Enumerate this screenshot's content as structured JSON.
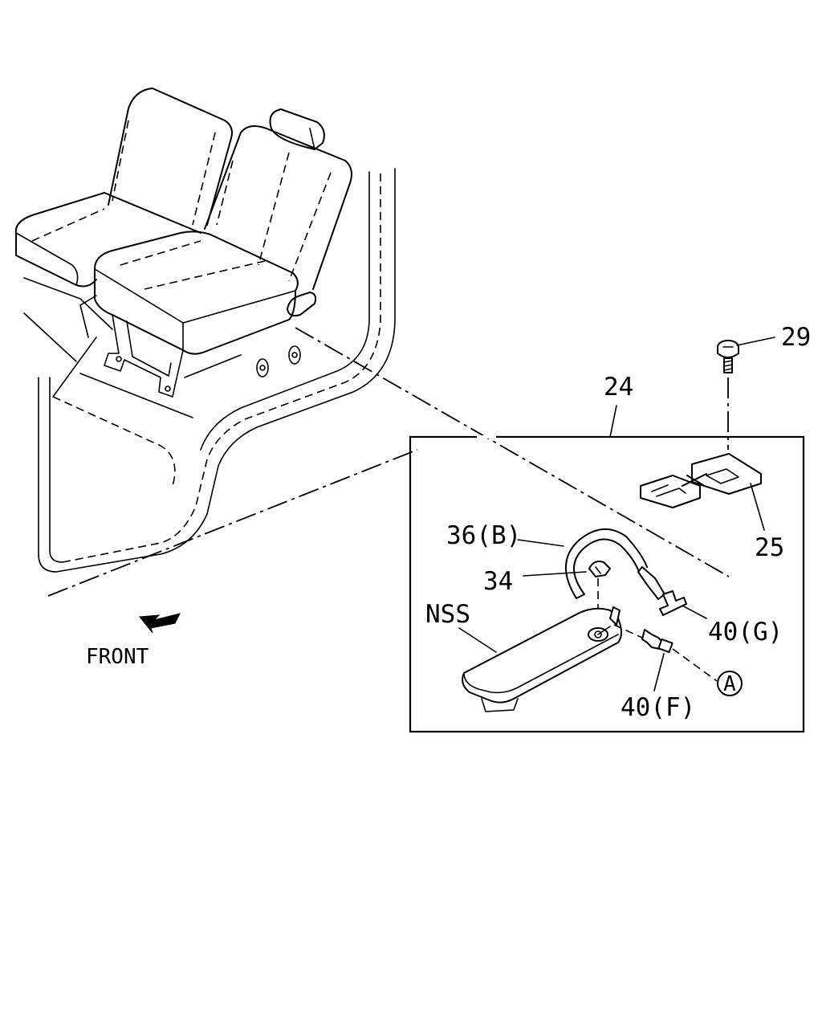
{
  "callouts": {
    "part_29": "29",
    "part_24": "24",
    "part_25": "25",
    "part_36b": "36(B)",
    "part_34": "34",
    "part_nss": "NSS",
    "part_40g": "40(G)",
    "part_40f": "40(F)",
    "ref_a": "A"
  },
  "direction": {
    "front_label": "FRONT",
    "arrow_icon": "front-arrow-icon"
  }
}
